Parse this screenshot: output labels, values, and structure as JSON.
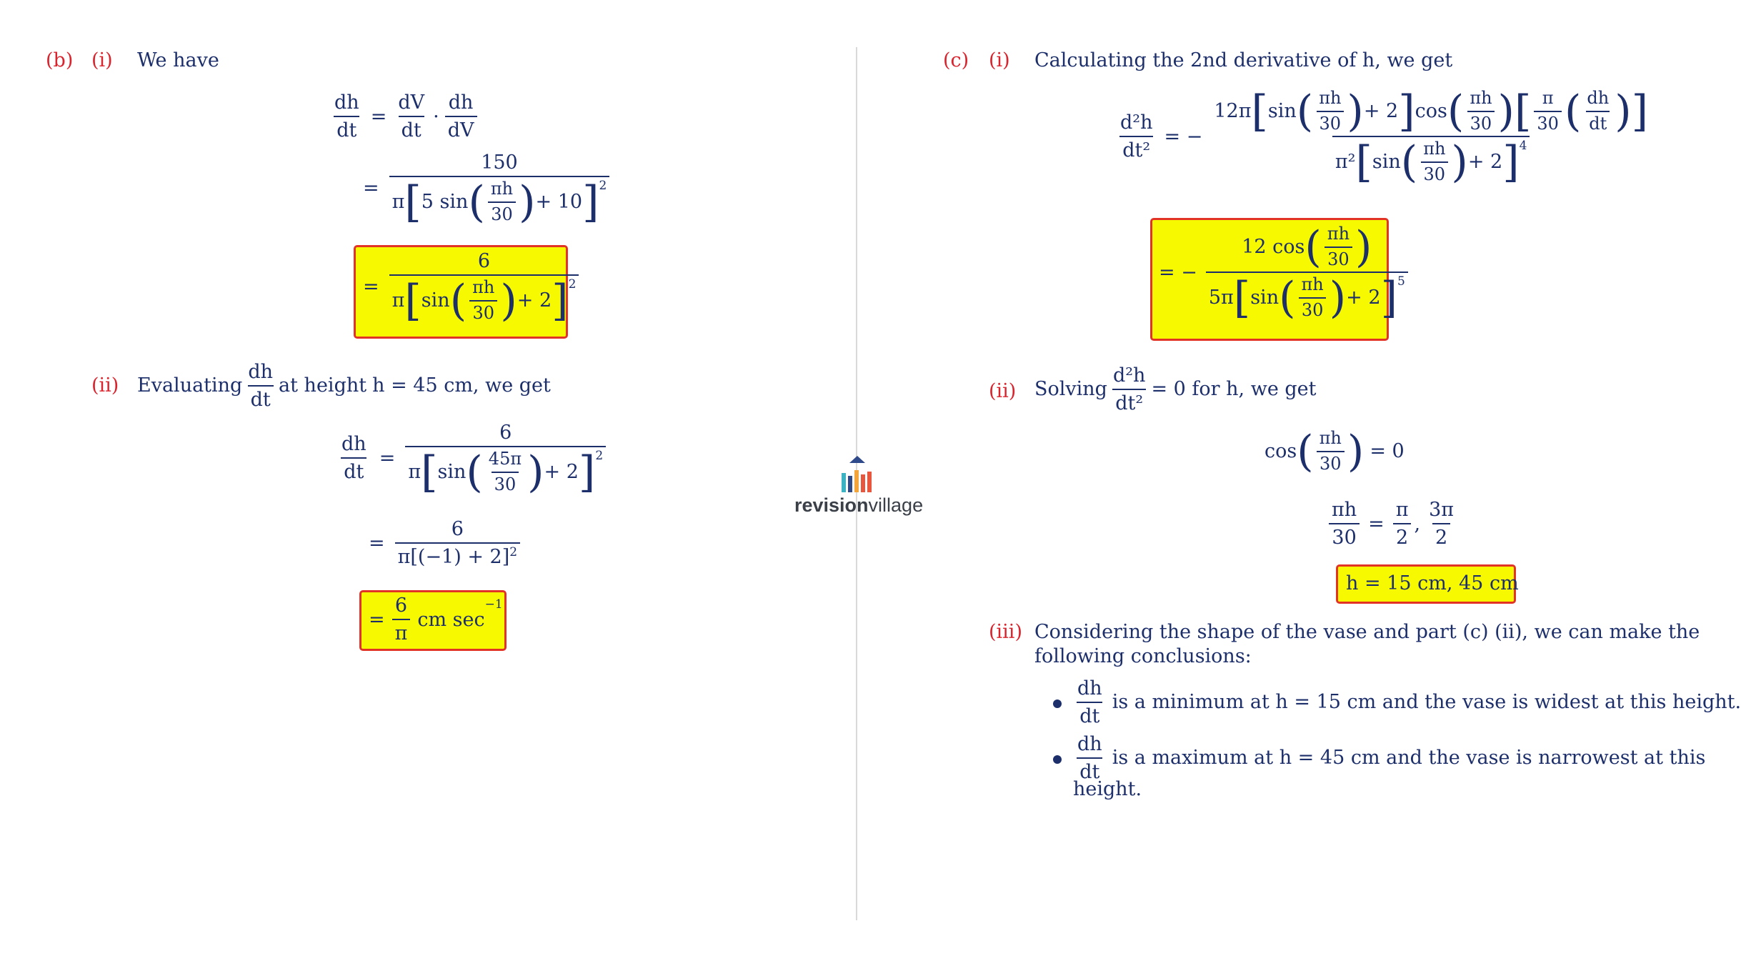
{
  "left": {
    "label_b": "(b)",
    "label_i": "(i)",
    "we_have": "We have",
    "label_ii": "(ii)",
    "evaluating": "Evaluating",
    "at_height": "at height",
    "h_eq_45": "h = 45 cm, we get",
    "dh": "dh",
    "dt": "dt",
    "dV": "dV",
    "dVden": "dV",
    "n150": "150",
    "n6": "6",
    "five_sin": "5 sin",
    "pi_h": "πh",
    "n30": "30",
    "plus10": "+ 10",
    "sin": "sin",
    "plus2": "+ 2",
    "pi": "π",
    "n45pi": "45π",
    "minus1": "π[(−1) + 2]",
    "final_unit": "cm sec",
    "exp_minus1": "−1",
    "exp2": "2"
  },
  "right": {
    "label_c": "(c)",
    "label_i": "(i)",
    "calc_text": "Calculating the 2nd derivative of h, we get",
    "d2h": "d²h",
    "dt2": "dt²",
    "twelve_pi": "12π",
    "sin": "sin",
    "plus2": "+ 2",
    "cos": "cos",
    "pi_h": "πh",
    "n30": "30",
    "pi": "π",
    "dh": "dh",
    "dt": "dt",
    "pi2": "π²",
    "exp4": "4",
    "twelve_cos": "12 cos",
    "five_pi": "5π",
    "exp5": "5",
    "label_ii": "(ii)",
    "solving": "Solving",
    "eq0_for_h": "= 0 for h, we get",
    "eq0": "= 0",
    "n2": "2",
    "three_pi": "3π",
    "h_answer": "h = 15 cm,  45 cm",
    "label_iii": "(iii)",
    "iii_line1": "Considering the shape of the vase and part (c) (ii), we can make the",
    "iii_line2": "following conclusions:",
    "bullet1": "is a minimum at h = 15 cm and the vase is widest at this height.",
    "bullet2": "is a maximum at h = 45 cm and the vase is narrowest at this",
    "bullet2_cont": "height."
  },
  "logo": {
    "text_bold": "revision",
    "text_light": "village",
    "colors": [
      "#2f4a8a",
      "#f3a43b",
      "#e8563d",
      "#3bb3c3",
      "#2f4a8a"
    ]
  }
}
